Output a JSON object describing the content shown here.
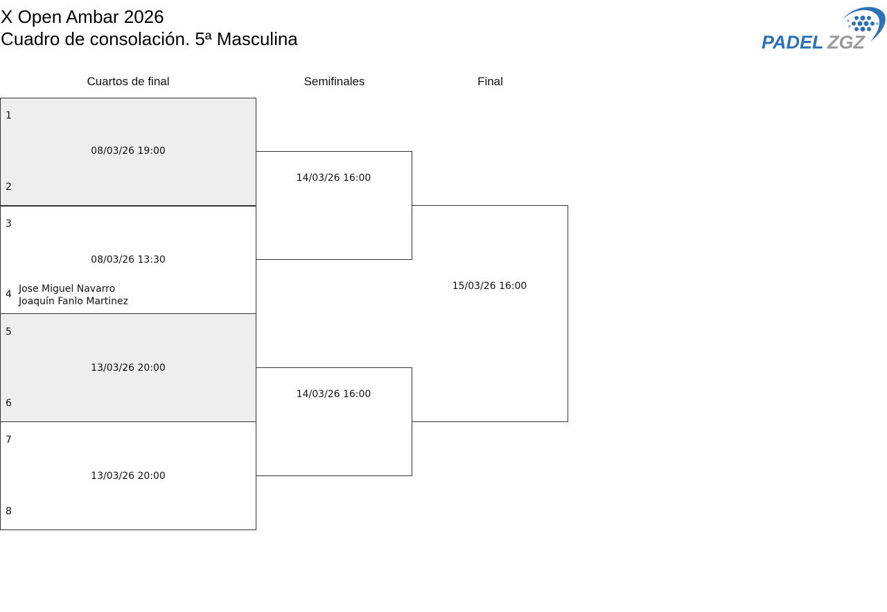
{
  "header": {
    "title_line1": "X Open Ambar 2026",
    "title_line2": "Cuadro de consolación. 5ª Masculina",
    "logo_text_a": "PADEL",
    "logo_text_b": "ZGZ"
  },
  "rounds": [
    "Cuartos de final",
    "Semifinales",
    "Final"
  ],
  "quarterfinals": [
    {
      "seed_top": "1",
      "seed_bottom": "2",
      "date": "08/03/26 19:00",
      "players_bottom": []
    },
    {
      "seed_top": "3",
      "seed_bottom": "4",
      "date": "08/03/26 13:30",
      "players_bottom": [
        "Jose Miguel Navarro",
        "Joaquín Fanlo Martinez"
      ]
    },
    {
      "seed_top": "5",
      "seed_bottom": "6",
      "date": "13/03/26 20:00",
      "players_bottom": []
    },
    {
      "seed_top": "7",
      "seed_bottom": "8",
      "date": "13/03/26 20:00",
      "players_bottom": []
    }
  ],
  "semifinals": [
    {
      "date": "14/03/26 16:00"
    },
    {
      "date": "14/03/26 16:00"
    }
  ],
  "final": {
    "date": "15/03/26 16:00"
  },
  "colors": {
    "logo_blue": "#2d72b8",
    "logo_gray": "#9a9a9a",
    "shade": "#eeeeee"
  }
}
